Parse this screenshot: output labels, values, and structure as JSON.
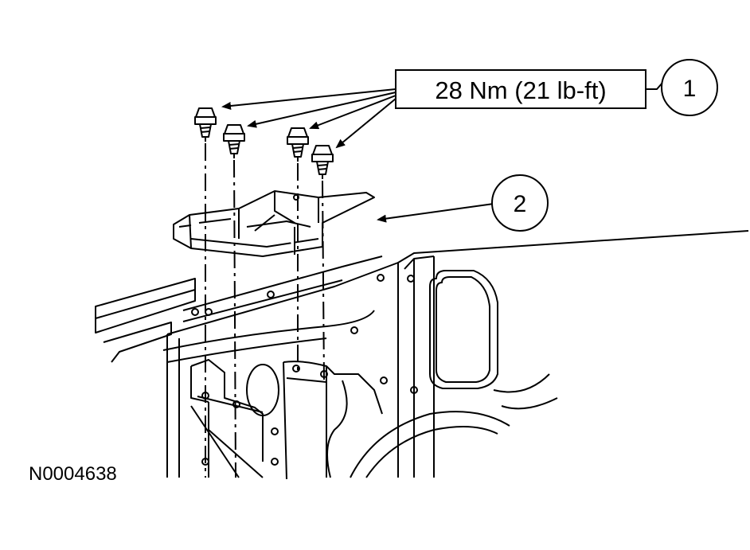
{
  "diagram": {
    "torque_spec": "28 Nm (21 lb-ft)",
    "callouts": [
      {
        "number": "1",
        "target": "bolts"
      },
      {
        "number": "2",
        "target": "bracket"
      }
    ],
    "figure_id": "N0004638",
    "line_color": "#000000",
    "background_color": "#ffffff"
  }
}
